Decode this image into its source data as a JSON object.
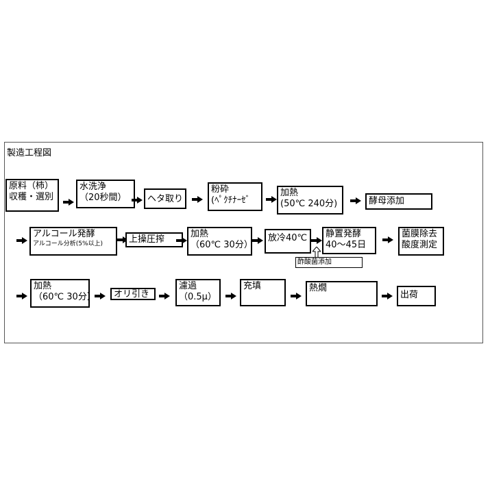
{
  "diagram": {
    "title": "製造工程図",
    "steps": {
      "s1": [
        "原料（柿）",
        "収穫・選別"
      ],
      "s2": [
        "水洗浄",
        "（20秒間）"
      ],
      "s3": [
        "ヘタ取り"
      ],
      "s4": [
        "粉砕",
        "(ﾍﾟｸﾁﾅｰｾﾞ"
      ],
      "s5": [
        "加熱",
        "(50℃ 240分)"
      ],
      "s6": [
        "酵母添加"
      ],
      "s7": [
        "アルコール発酵",
        "アルコール分析(5%以上)"
      ],
      "s8": [
        "上操圧搾"
      ],
      "s9": [
        "加熱",
        "（60℃ 30分）"
      ],
      "s10": [
        "放冷40℃"
      ],
      "s11": [
        "静置発酵",
        "40～45日"
      ],
      "s12": [
        "菌膜除去",
        "酸度測定"
      ],
      "s13": [
        "加熱",
        "（60℃ 30分）"
      ],
      "s14": [
        "オリ引き"
      ],
      "s15": [
        "濾過",
        "（0.5μ）"
      ],
      "s16": [
        "充填"
      ],
      "s17": [
        "熱燗"
      ],
      "s18": [
        "出荷"
      ]
    },
    "note": "酢酸菌添加"
  }
}
